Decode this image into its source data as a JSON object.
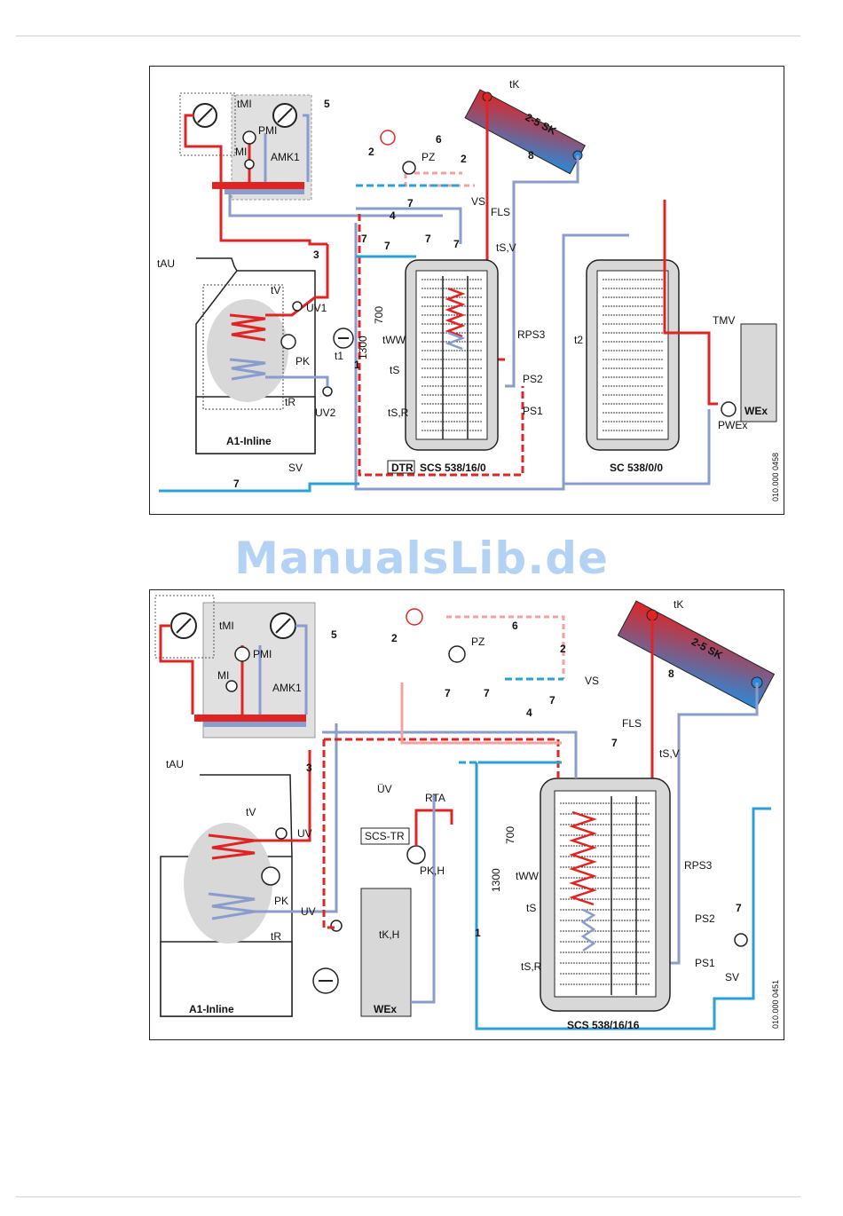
{
  "watermark": "ManualsLib.de",
  "diagram1": {
    "id_text": "010.000 0458",
    "labels": {
      "tK": "tK",
      "sk": "2-5 SK",
      "n8": "8",
      "n2a": "2",
      "n2b": "2",
      "n6": "6",
      "pz": "PZ",
      "tmi": "tMI",
      "pmi": "PMI",
      "mi": "MI",
      "amk1": "AMK1",
      "n5": "5",
      "n7a": "7",
      "n7b": "7",
      "n7c": "7",
      "n7d": "7",
      "n7e": "7",
      "vs": "VS",
      "n4": "4",
      "fls": "FLS",
      "n3": "3",
      "tau": "tAU",
      "tv": "tV",
      "uv1": "UV1",
      "pk": "PK",
      "a1": "A1-Inline",
      "tr": "tR",
      "uv2": "UV2",
      "t1": "t1",
      "n1": "1",
      "d700": "700",
      "d1300": "1300",
      "tww": "tWW",
      "ts": "tS",
      "tsr": "tS,R",
      "tsv": "tS,V",
      "rps3": "RPS3",
      "ps2": "PS2",
      "ps1": "PS1",
      "dtr": "DTR",
      "scs": "SCS 538/16/0",
      "t2": "t2",
      "sc": "SC 538/0/0",
      "tmv": "TMV",
      "wex": "WEx",
      "pwex": "PWEx",
      "sv": "SV",
      "n7f": "7"
    }
  },
  "diagram2": {
    "id_text": "010.000 0451",
    "labels": {
      "tK": "tK",
      "sk": "2-5 SK",
      "n8": "8",
      "n2a": "2",
      "n2b": "2",
      "n6": "6",
      "pz": "PZ",
      "tmi": "tMI",
      "pmi": "PMI",
      "mi": "MI",
      "amk1": "AMK1",
      "n5": "5",
      "n7a": "7",
      "n7b": "7",
      "n7c": "7",
      "n7d": "7",
      "n7e": "7",
      "vs": "VS",
      "n4": "4",
      "fls": "FLS",
      "n3": "3",
      "tau": "tAU",
      "tv": "tV",
      "uv": "UV",
      "uvb": "UV",
      "pk": "PK",
      "a1": "A1-Inline",
      "tr": "tR",
      "uvs": "ÜV",
      "rta": "RTA",
      "scstr": "SCS-TR",
      "pkh": "PK,H",
      "tkh": "tK,H",
      "wex": "WEx",
      "n1": "1",
      "d700": "700",
      "d1300": "1300",
      "tww": "tWW",
      "ts": "tS",
      "tsr": "tS,R",
      "tsv": "tS,V",
      "rps3": "RPS3",
      "ps2": "PS2",
      "ps1": "PS1",
      "scs": "SCS 538/16/16",
      "sv": "SV"
    }
  },
  "colors": {
    "supply": "#e02424",
    "supply_light": "#f2a0a0",
    "return": "#8a9ccc",
    "cold": "#2aa0d8",
    "cabinet": "#e0e0e0",
    "dark": "#222222"
  }
}
